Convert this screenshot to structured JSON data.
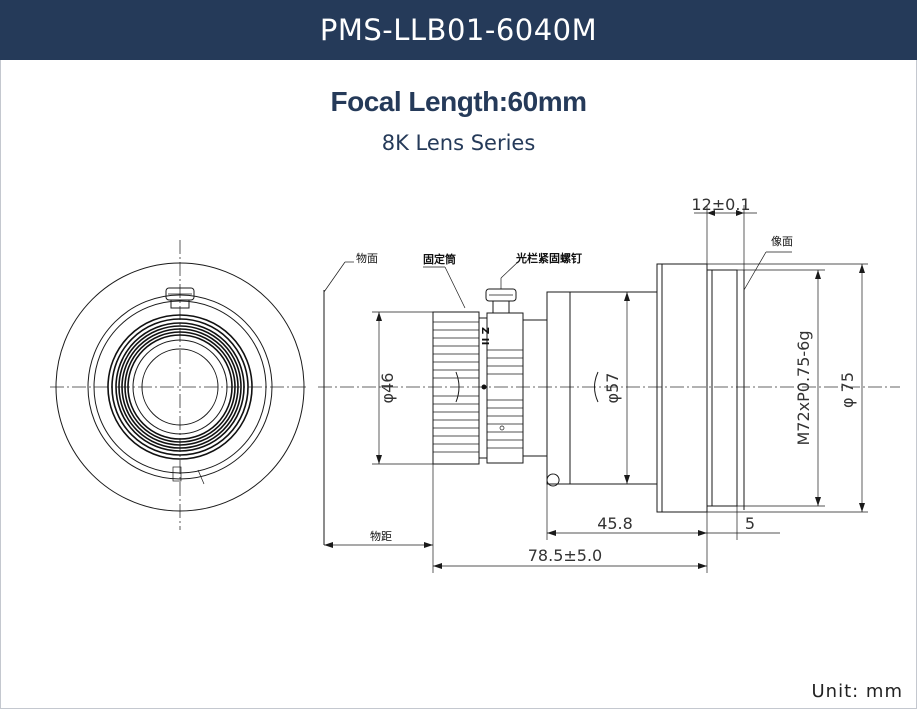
{
  "header": {
    "model": "PMS-LLB01-6040M"
  },
  "heading": {
    "focal_length": "Focal Length:60mm",
    "series": "8K Lens Series"
  },
  "labels": {
    "object_plane": "物面",
    "fixing_barrel": "固定筒",
    "aperture_screw": "光栏紧固螺钉",
    "image_plane": "像面",
    "object_distance": "物距"
  },
  "dimensions": {
    "front_diameter": "φ46",
    "body_diameter": "φ57",
    "thread": "M72xP0.75-6g",
    "rear_diameter": "φ 75",
    "flange_offset": "12±0.1",
    "body_length": "45.8",
    "rear_gap": "5",
    "total_length": "78.5±5.0"
  },
  "footer": {
    "unit": "Unit:  mm"
  }
}
